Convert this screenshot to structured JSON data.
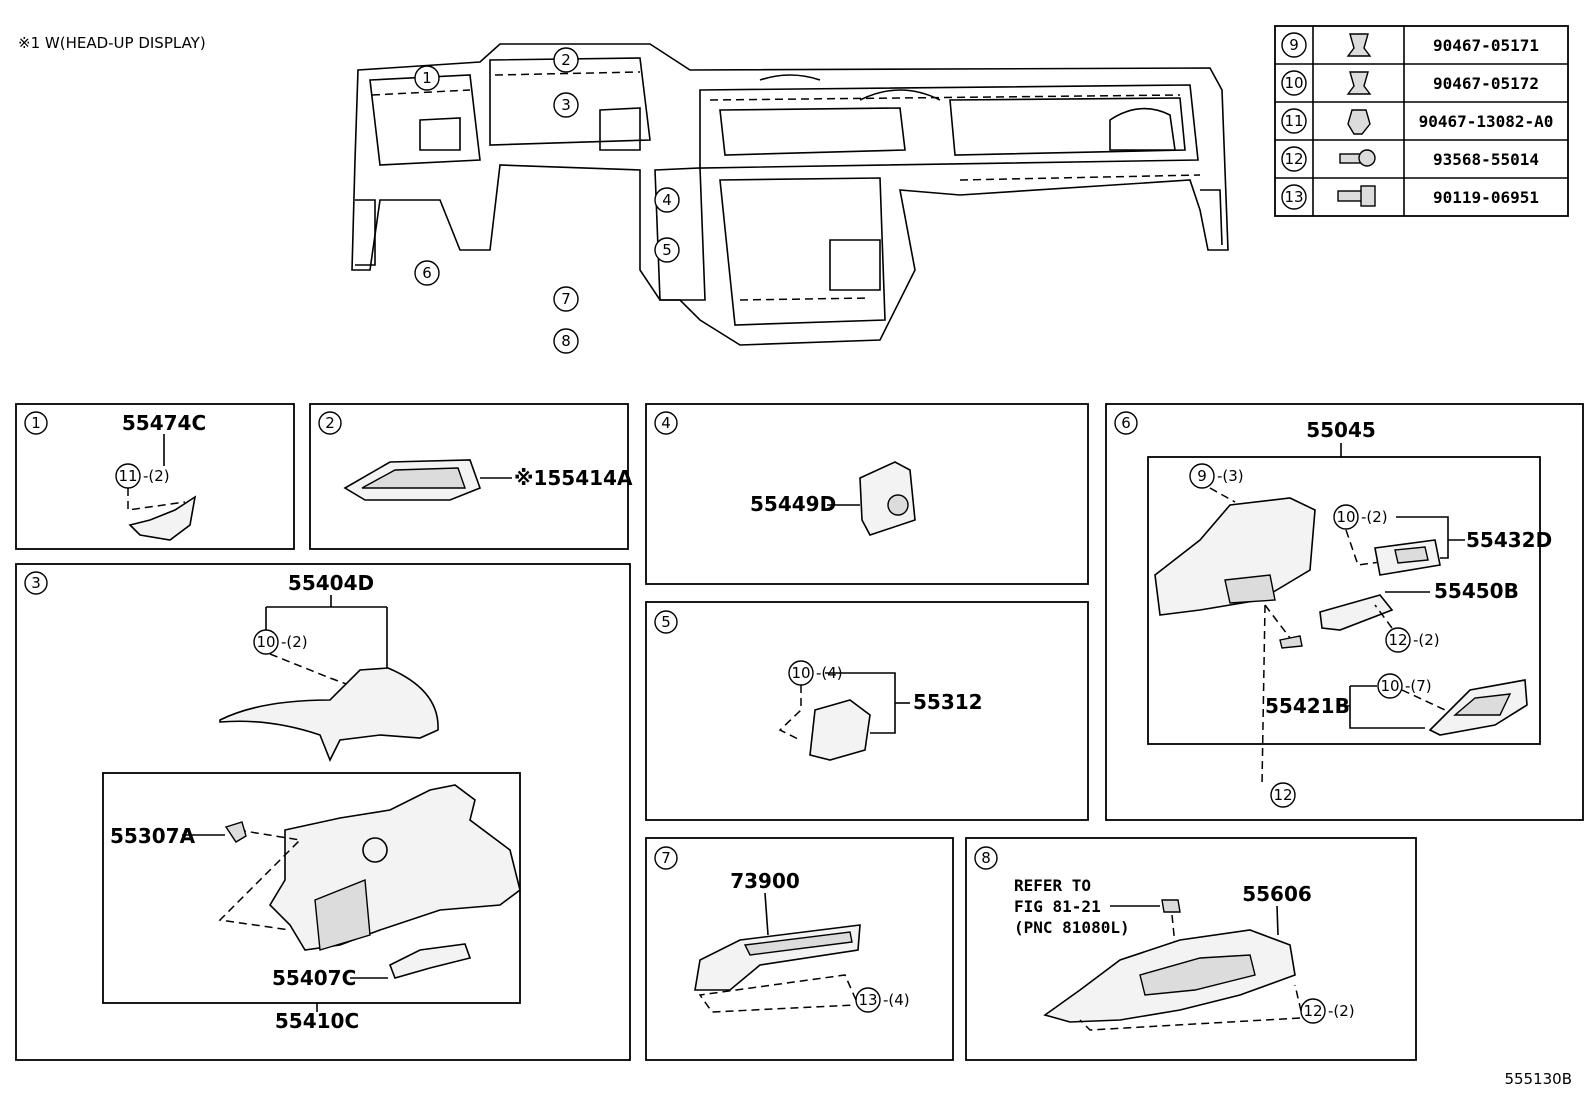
{
  "header_note": "※1 W(HEAD-UP DISPLAY)",
  "figure_id": "555130B",
  "overview_callouts": [
    "1",
    "2",
    "3",
    "4",
    "5",
    "6",
    "7",
    "8"
  ],
  "fastener_table": [
    {
      "ref": "9",
      "part": "90467-05171",
      "icon": "clip-icon"
    },
    {
      "ref": "10",
      "part": "90467-05172",
      "icon": "clip-icon"
    },
    {
      "ref": "11",
      "part": "90467-13082-A0",
      "icon": "clip-icon"
    },
    {
      "ref": "12",
      "part": "93568-55014",
      "icon": "screw-icon"
    },
    {
      "ref": "13",
      "part": "90119-06951",
      "icon": "bolt-icon"
    }
  ],
  "panels": {
    "p1": {
      "ref": "1",
      "part": "55474C",
      "fastener": "11",
      "qty": "-(2)"
    },
    "p2": {
      "ref": "2",
      "part": "※155414A"
    },
    "p3": {
      "ref": "3",
      "part_top": "55404D",
      "fastener": "10",
      "qty": "-(2)",
      "part_a": "55307A",
      "part_b": "55407C",
      "part_c": "55410C"
    },
    "p4": {
      "ref": "4",
      "part": "55449D"
    },
    "p5": {
      "ref": "5",
      "part": "55312",
      "fastener": "10",
      "qty": "-(4)"
    },
    "p6": {
      "ref": "6",
      "part": "55045",
      "f9": "9",
      "f9_qty": "-(3)",
      "f10a": "10",
      "f10a_qty": "-(2)",
      "part_a": "55432D",
      "part_b": "55450B",
      "f12a": "12",
      "f12a_qty": "-(2)",
      "part_c": "55421B",
      "f10b": "10",
      "f10b_qty": "-(7)",
      "f12b": "12"
    },
    "p7": {
      "ref": "7",
      "part": "73900",
      "fastener": "13",
      "qty": "-(4)"
    },
    "p8": {
      "ref": "8",
      "refer_1": "REFER TO",
      "refer_2": "FIG 81-21",
      "refer_3": "(PNC 81080L)",
      "part": "55606",
      "fastener": "12",
      "qty": "-(2)"
    }
  }
}
